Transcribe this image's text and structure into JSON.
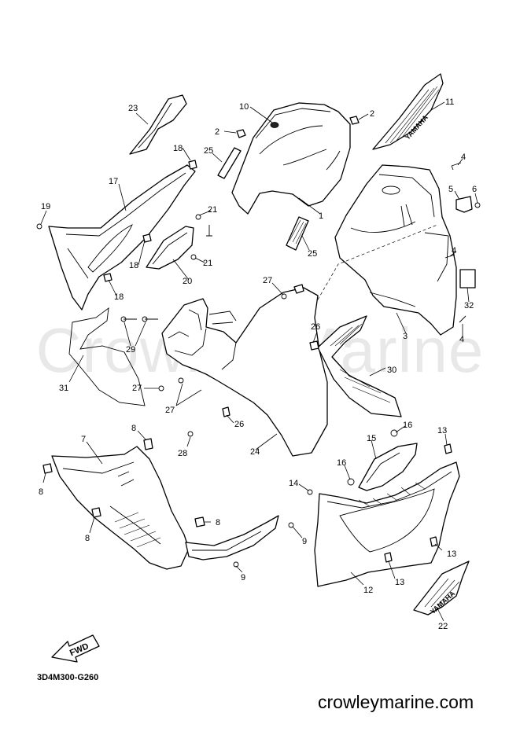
{
  "watermark": "Crowley Marine",
  "diagram_code": "3D4M300-G260",
  "site_credit": "crowleymarine.com",
  "fwd_label": "FWD",
  "decal_text": "YAMAHA",
  "callouts": {
    "c1": "1",
    "c2a": "2",
    "c2b": "2",
    "c3": "3",
    "c4a": "4",
    "c4b": "4",
    "c4c": "4",
    "c5": "5",
    "c6": "6",
    "c7": "7",
    "c8a": "8",
    "c8b": "8",
    "c8c": "8",
    "c8d": "8",
    "c9a": "9",
    "c9b": "9",
    "c10": "10",
    "c11": "11",
    "c12": "12",
    "c13a": "13",
    "c13b": "13",
    "c13c": "13",
    "c14": "14",
    "c15": "15",
    "c16a": "16",
    "c16b": "16",
    "c17": "17",
    "c18a": "18",
    "c18b": "18",
    "c18c": "18",
    "c19": "19",
    "c20": "20",
    "c21a": "21",
    "c21b": "21",
    "c22": "22",
    "c23": "23",
    "c24": "24",
    "c25a": "25",
    "c25b": "25",
    "c26a": "26",
    "c26b": "26",
    "c27a": "27",
    "c27b": "27",
    "c27c": "27",
    "c28": "28",
    "c29": "29",
    "c30": "30",
    "c31": "31",
    "c32": "32"
  }
}
